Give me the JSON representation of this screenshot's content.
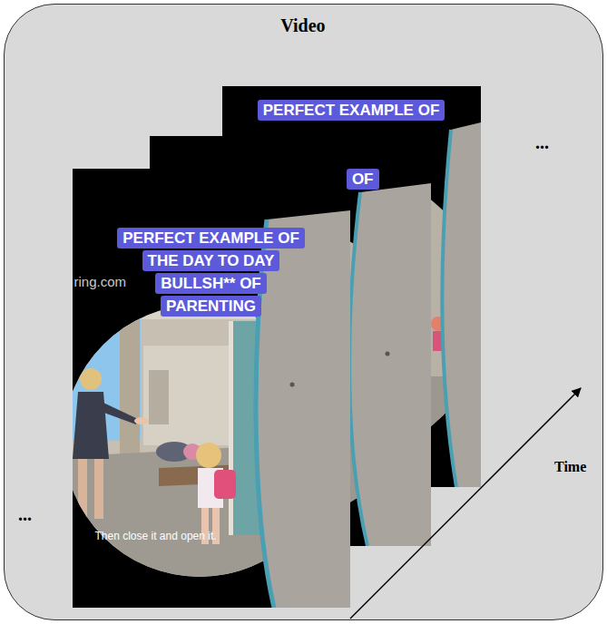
{
  "diagram": {
    "nodes": [
      {
        "text": [
          "Video"
        ]
      },
      {
        "text": [
          "PERFECT EXAMPLE OF"
        ],
        "in": 0
      },
      {
        "text": [
          "OF"
        ],
        "in": 0
      },
      {
        "text": [
          "PERFECT EXAMPLE OF THE DAY TO DAY BULLSH** OF PARENTING",
          "ring.com",
          "Then close it and open it."
        ],
        "in": 0
      }
    ],
    "labels": [
      "...",
      "...",
      "Time"
    ]
  }
}
